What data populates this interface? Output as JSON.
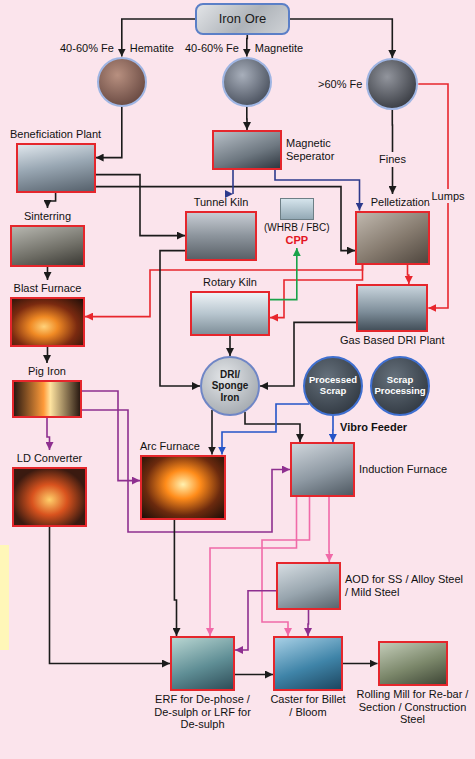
{
  "diagram": {
    "nodes": [
      {
        "text": [
          "Iron Ore"
        ]
      },
      {
        "text": [
          "40-60% Fe",
          "Hematite"
        ]
      },
      {
        "text": [
          "40-60% Fe",
          "Magnetite"
        ]
      },
      {
        "text": [
          ">60% Fe"
        ]
      },
      {
        "text": [
          "Beneficiation Plant"
        ]
      },
      {
        "text": [
          "Magnetic Seperator"
        ]
      },
      {
        "text": [
          "Tunnel Kiln"
        ]
      },
      {
        "text": [
          "Pelletization"
        ]
      },
      {
        "text": [
          "(WHRB / FBC)",
          "CPP"
        ]
      },
      {
        "text": [
          "Sinterring"
        ]
      },
      {
        "text": [
          "Rotary Kiln"
        ]
      },
      {
        "text": [
          "Gas Based DRI Plant"
        ]
      },
      {
        "text": [
          "Blast Furnace"
        ]
      },
      {
        "text": [
          "DRI/ Sponge Iron"
        ]
      },
      {
        "text": [
          "Processed Scrap"
        ]
      },
      {
        "text": [
          "Scrap Processing"
        ]
      },
      {
        "text": [
          "Pig Iron"
        ]
      },
      {
        "text": [
          "Arc Furnace"
        ]
      },
      {
        "text": [
          "Induction Furnace"
        ]
      },
      {
        "text": [
          "LD Converter"
        ]
      },
      {
        "text": [
          "AOD for SS / Alloy Steel / Mild Steel"
        ]
      },
      {
        "text": [
          "ERF for De-phose / De-sulph or LRF for De-sulph"
        ]
      },
      {
        "text": [
          "Caster for Billet / Bloom"
        ]
      },
      {
        "text": [
          "Rolling Mill for Re-bar / Section / Construction Steel"
        ]
      }
    ],
    "edges": [
      {
        "from": 0,
        "to": 1,
        "arrow": "to"
      },
      {
        "from": 0,
        "to": 2,
        "arrow": "to"
      },
      {
        "from": 0,
        "to": 3,
        "arrow": "to"
      },
      {
        "from": 1,
        "to": 4,
        "arrow": "to"
      },
      {
        "from": 2,
        "to": 5,
        "arrow": "to"
      },
      {
        "from": 3,
        "to": 7,
        "label": "Fines",
        "arrow": "to"
      },
      {
        "from": 3,
        "to": 11,
        "label": "Lumps",
        "arrow": "to"
      },
      {
        "from": 4,
        "to": 9,
        "arrow": "to"
      },
      {
        "from": 4,
        "to": 6,
        "arrow": "to"
      },
      {
        "from": 4,
        "to": 7,
        "arrow": "to"
      },
      {
        "from": 5,
        "to": 7,
        "arrow": "to"
      },
      {
        "from": 5,
        "to": 6,
        "arrow": "to"
      },
      {
        "from": 9,
        "to": 12,
        "arrow": "to"
      },
      {
        "from": 7,
        "to": 10,
        "arrow": "to"
      },
      {
        "from": 7,
        "to": 12,
        "arrow": "to"
      },
      {
        "from": 7,
        "to": 11,
        "arrow": "to"
      },
      {
        "from": 10,
        "to": 8,
        "arrow": "to"
      },
      {
        "from": 6,
        "to": 13,
        "arrow": "to"
      },
      {
        "from": 10,
        "to": 13,
        "arrow": "to"
      },
      {
        "from": 11,
        "to": 13,
        "arrow": "to"
      },
      {
        "from": 12,
        "to": 16,
        "arrow": "to"
      },
      {
        "from": 16,
        "to": 19,
        "arrow": "to"
      },
      {
        "from": 16,
        "to": 17,
        "arrow": "to"
      },
      {
        "from": 16,
        "to": 18,
        "arrow": "to"
      },
      {
        "from": 13,
        "to": 17,
        "arrow": "to"
      },
      {
        "from": 13,
        "to": 18,
        "arrow": "to"
      },
      {
        "from": 14,
        "to": 17,
        "arrow": "to"
      },
      {
        "from": 14,
        "to": 18,
        "arrow": "to"
      },
      {
        "from": 17,
        "to": 21,
        "arrow": "to"
      },
      {
        "from": 19,
        "to": 21,
        "arrow": "to"
      },
      {
        "from": 18,
        "to": 20,
        "arrow": "to"
      },
      {
        "from": 18,
        "to": 21,
        "arrow": "to"
      },
      {
        "from": 18,
        "to": 22,
        "arrow": "to"
      },
      {
        "from": 20,
        "to": 21,
        "arrow": "to"
      },
      {
        "from": 20,
        "to": 22,
        "arrow": "to"
      },
      {
        "from": 21,
        "to": 22,
        "arrow": "to"
      },
      {
        "from": 22,
        "to": 23,
        "arrow": "to"
      }
    ],
    "labels": [
      "Vibro Feeder"
    ]
  }
}
